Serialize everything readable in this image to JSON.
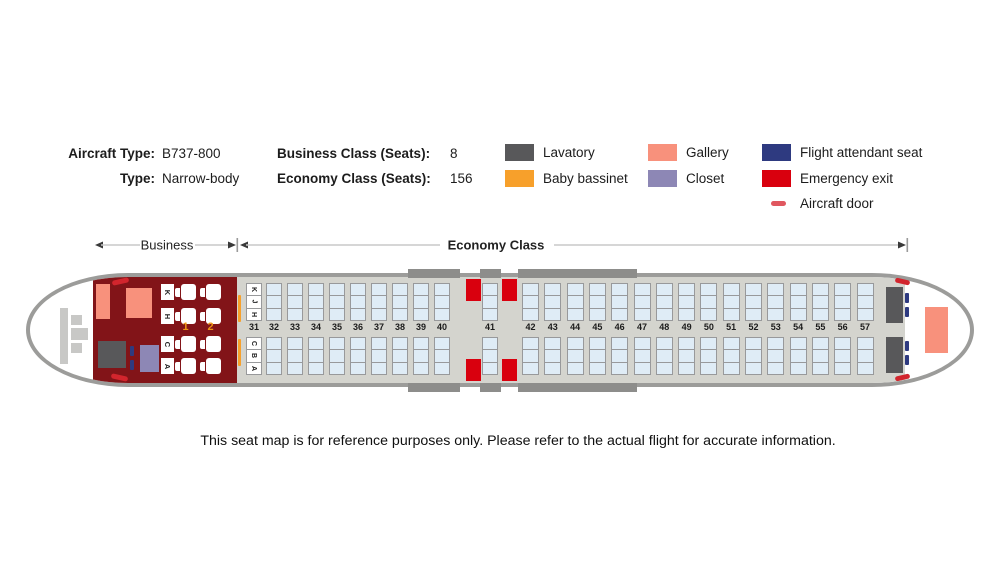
{
  "info": {
    "rows": [
      {
        "label1": "Aircraft Type:",
        "value1": "B737-800",
        "label2": "Business Class (Seats):",
        "value2": "8"
      },
      {
        "label1": "Type:",
        "value1": "Narrow-body",
        "label2": "Economy Class (Seats):",
        "value2": "156"
      }
    ]
  },
  "legend": {
    "items": [
      {
        "name": "lavatory",
        "label": "Lavatory",
        "color": "#58585A",
        "type": "swatch",
        "col": 1
      },
      {
        "name": "baby-bassinet",
        "label": "Baby bassinet",
        "color": "#F7A02B",
        "type": "swatch",
        "col": 1
      },
      {
        "name": "gallery",
        "label": "Gallery",
        "color": "#F8917C",
        "type": "swatch",
        "col": 2
      },
      {
        "name": "closet",
        "label": "Closet",
        "color": "#8D87B5",
        "type": "swatch",
        "col": 2
      },
      {
        "name": "flight-attendant-seat",
        "label": "Flight attendant seat",
        "color": "#2E3A80",
        "type": "swatch",
        "col": 3
      },
      {
        "name": "emergency-exit",
        "label": "Emergency exit",
        "color": "#D9000E",
        "type": "swatch",
        "col": 3
      },
      {
        "name": "aircraft-door",
        "label": "Aircraft door",
        "color": "#E0575F",
        "type": "dash",
        "col": 3
      }
    ]
  },
  "rulers": {
    "business_label": "Business",
    "economy_label": "Economy Class"
  },
  "seatmap": {
    "business": {
      "letters_top": [
        "K",
        "H"
      ],
      "letters_bottom": [
        "C",
        "A"
      ],
      "row_numbers": [
        "1",
        "2"
      ]
    },
    "economy": {
      "letters_top": [
        "K",
        "J",
        "H"
      ],
      "letters_bottom": [
        "C",
        "B",
        "A"
      ],
      "letter_column_row": "31",
      "groups": [
        {
          "rows": [
            "32",
            "33",
            "34",
            "35",
            "36",
            "37",
            "38",
            "39",
            "40"
          ]
        },
        {
          "rows": [
            "41"
          ]
        },
        {
          "rows": [
            "42",
            "43",
            "44",
            "45",
            "46",
            "47",
            "48",
            "49",
            "50",
            "51",
            "52",
            "53",
            "54",
            "55",
            "56",
            "57"
          ]
        }
      ]
    }
  },
  "footer": {
    "disclaimer": "This seat map is for reference purposes only. Please refer to the actual flight for accurate information."
  },
  "colors": {
    "lavatory": "#58585A",
    "bassinet": "#F7A02B",
    "gallery": "#F8917C",
    "closet": "#8D87B5",
    "fa_seat": "#2E3A80",
    "exit": "#D9000E",
    "door": "#D2252D",
    "door_legend": "#E0575F",
    "business_cabin": "#821418",
    "cabin_band": "#D4D4CE",
    "seat_fill": "#DFECF6",
    "seat_border": "#98999B",
    "fuselage_border": "#9C9C9A",
    "wing": "#8D8D8B",
    "biz_row_num": "#ED9515"
  }
}
